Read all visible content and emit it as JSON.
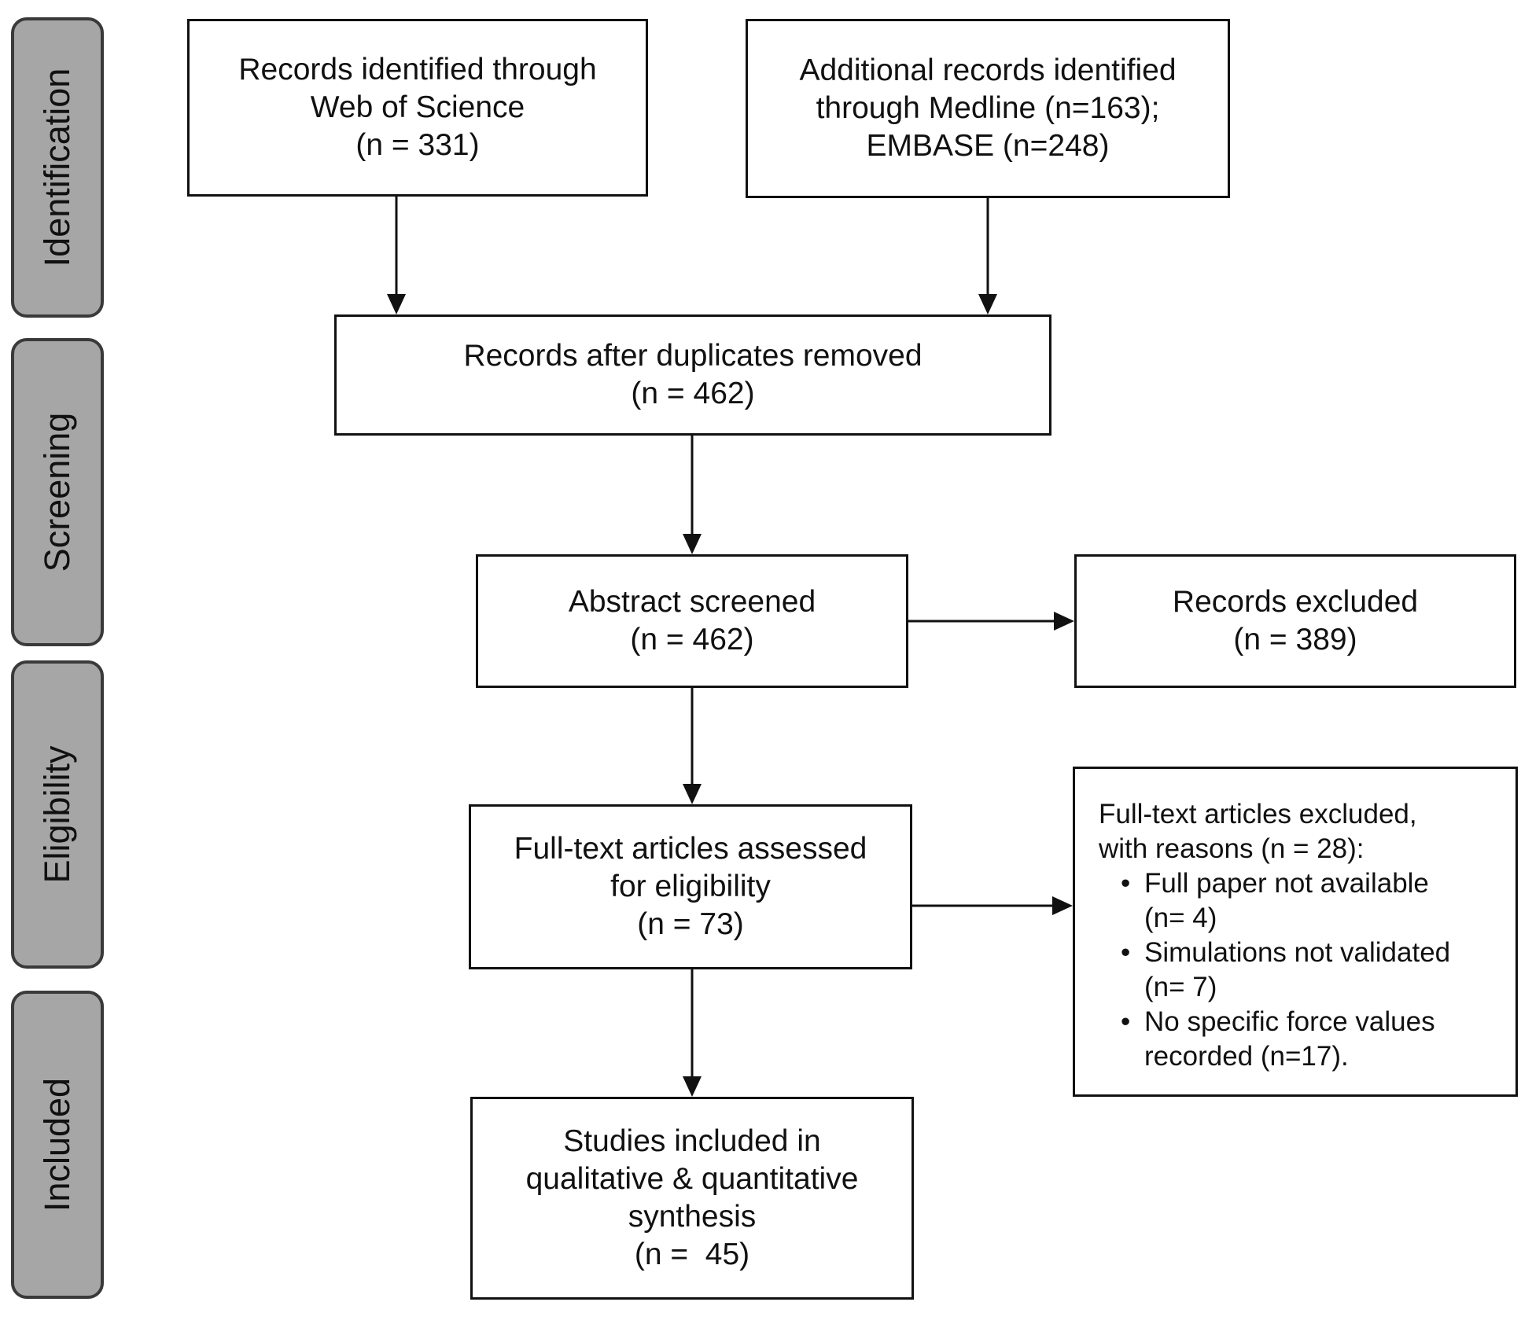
{
  "phases": {
    "identification": "Identification",
    "screening": "Screening",
    "eligibility": "Eligibility",
    "included": "Included"
  },
  "boxes": {
    "wos": [
      "Records identified through",
      "Web of Science",
      "(n = 331)"
    ],
    "additional": [
      "Additional records identified",
      "through Medline (n=163);",
      "EMBASE (n=248)"
    ],
    "dedup": [
      "Records after duplicates removed",
      "(n = 462)"
    ],
    "abstract": [
      "Abstract screened",
      "(n = 462)"
    ],
    "excluded": [
      "Records excluded",
      "(n = 389)"
    ],
    "fulltext": [
      "Full-text articles assessed",
      "for eligibility",
      "(n = 73)"
    ],
    "ft_excluded": {
      "header": [
        "Full-text articles excluded,",
        "with reasons (n = 28):"
      ],
      "reasons": [
        [
          "Full paper not available",
          "(n= 4)"
        ],
        [
          "Simulations not validated",
          "(n= 7)"
        ],
        [
          "No specific force values",
          "recorded (n=17)."
        ]
      ]
    },
    "included": [
      "Studies included in",
      "qualitative & quantitative",
      "synthesis",
      "(n =  45)"
    ]
  },
  "colors": {
    "phase_fill": "#a6a6a6",
    "phase_border": "#3a3a3a",
    "line": "#111111"
  }
}
